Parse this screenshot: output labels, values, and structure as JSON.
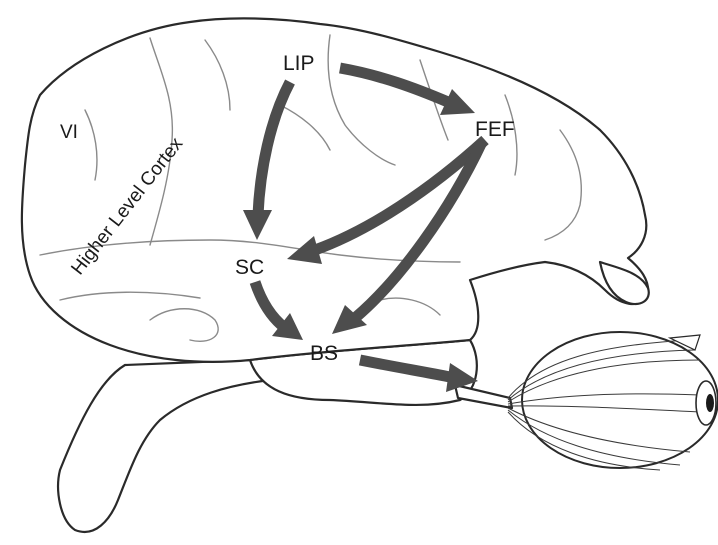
{
  "diagram": {
    "nodes": {
      "lip": "LIP",
      "fef": "FEF",
      "sc": "SC",
      "bs": "BS"
    },
    "regions": {
      "v1": "VI",
      "higher_level_cortex": "Higher Level Cortex"
    },
    "connections": [
      {
        "from": "LIP",
        "to": "FEF"
      },
      {
        "from": "LIP",
        "to": "SC"
      },
      {
        "from": "FEF",
        "to": "SC"
      },
      {
        "from": "FEF",
        "to": "BS"
      },
      {
        "from": "SC",
        "to": "BS"
      },
      {
        "from": "BS",
        "to": "eye"
      }
    ],
    "colors": {
      "arrow": "#4d4d4d",
      "outline": "#2a2a2a",
      "sulcus": "#8a8a8a"
    }
  }
}
